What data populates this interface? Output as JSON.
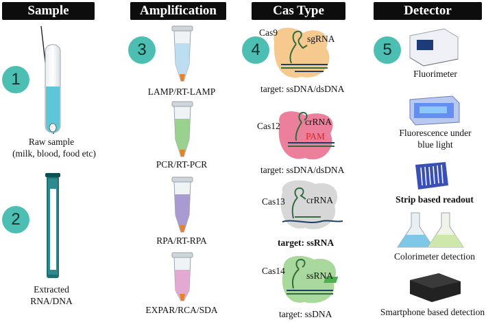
{
  "headers": {
    "sample": "Sample",
    "amplification": "Amplification",
    "cas_type": "Cas Type",
    "detector": "Detector"
  },
  "badges": {
    "b1": "1",
    "b2": "2",
    "b3": "3",
    "b4": "4",
    "b5": "5"
  },
  "sample": {
    "raw_line1": "Raw sample",
    "raw_line2": "(milk, blood, food etc)",
    "extracted_line1": "Extracted",
    "extracted_line2": "RNA/DNA"
  },
  "amplification": {
    "lamp": "LAMP/RT-LAMP",
    "pcr": "PCR/RT-PCR",
    "rpa": "RPA/RT-RPA",
    "expar": "EXPAR/RCA/SDA"
  },
  "cas": {
    "cas9": {
      "name": "Cas9",
      "rna": "sgRNA",
      "target": "target: ssDNA/dsDNA"
    },
    "cas12": {
      "name": "Cas12",
      "rna": "crRNA",
      "pam": "PAM",
      "target": "target: ssDNA/dsDNA"
    },
    "cas13": {
      "name": "Cas13",
      "rna": "crRNA",
      "target": "target: ssRNA"
    },
    "cas14": {
      "name": "Cas14",
      "rna": "ssRNA",
      "target": "target: ssDNA"
    }
  },
  "detector": {
    "fluorimeter": "Fluorimeter",
    "fluor_line1": "Fluorescence under",
    "fluor_line2": "blue light",
    "strip": "Strip based readout",
    "colorimeter": "Colorimeter detection",
    "smartphone": "Smartphone based detection"
  },
  "colors": {
    "badge": "#4dbfb2",
    "header": "#0d0d0d",
    "lamp_liquid": "#bcdcf0",
    "pcr_liquid": "#9ad18f",
    "rpa_liquid": "#a99ad2",
    "expar_liquid": "#e3a9d2",
    "cas9_blob": "#f6c98f",
    "cas12_blob": "#ec7f9c",
    "cas13_blob": "#d7d7d7",
    "cas14_blob": "#a8d89c",
    "pam_text": "#d52828",
    "tip": "#e8822a"
  }
}
